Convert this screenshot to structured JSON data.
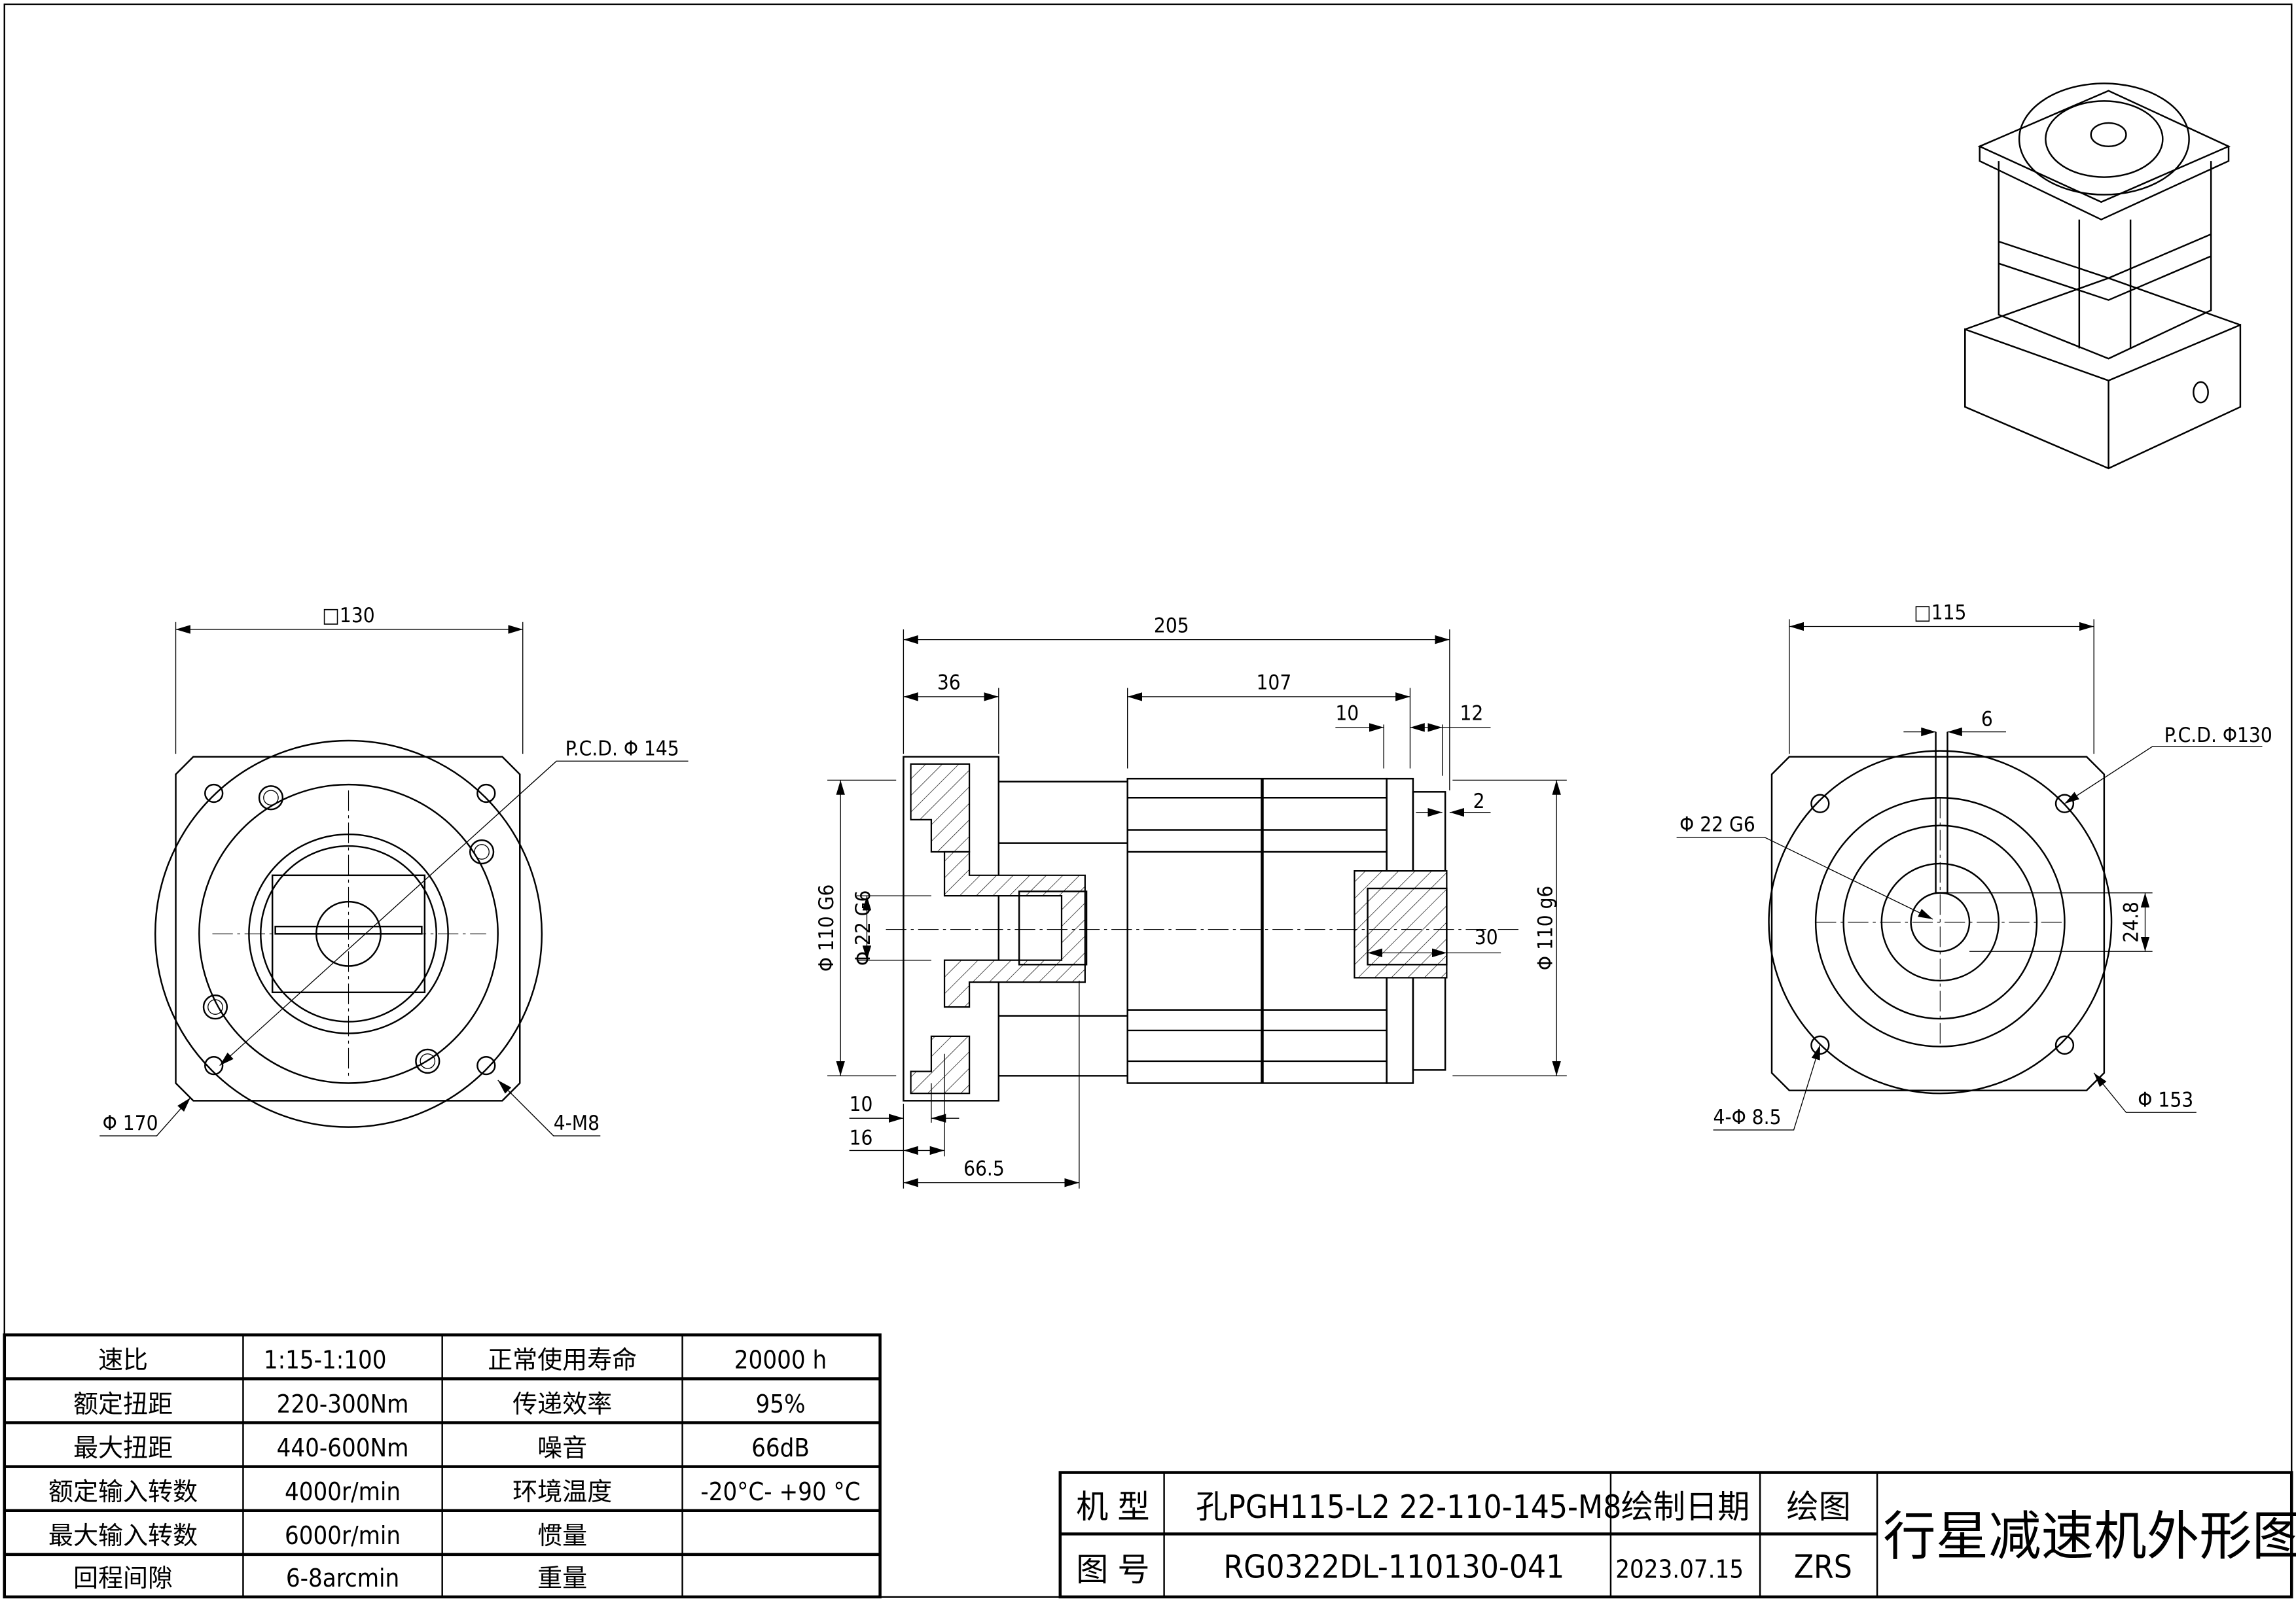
{
  "left_view": {
    "square_dim": "□130",
    "pcd_label": "P.C.D.   Φ 145",
    "outer_dia": "Φ 170",
    "thread_holes": "4-M8"
  },
  "side_view": {
    "total_length": "205",
    "flange_length": "36",
    "body_length": "107",
    "dim_10_top": "10",
    "dim_12": "12",
    "dim_2": "2",
    "input_dia": "Φ 110   G6",
    "input_bore": "Φ 22  G6",
    "output_dia": "Φ 110   g6",
    "shaft_length": "30",
    "dim_10_bottom": "10",
    "dim_16": "16",
    "dim_66_5": "66.5"
  },
  "right_view": {
    "square_dim": "□115",
    "key_width": "6",
    "pcd_label": "P.C.D. Φ130",
    "shaft_dia": "Φ 22  G6",
    "key_height": "24.8",
    "mount_holes": "4-Φ 8.5",
    "outer_dia": "Φ 153"
  },
  "spec_table": [
    {
      "label1": "速比",
      "value1": "1:15-1:100",
      "label2": "正常使用寿命",
      "value2": "20000  h"
    },
    {
      "label1": "额定扭距",
      "value1": "220-300Nm",
      "label2": "传递效率",
      "value2": "95%"
    },
    {
      "label1": "最大扭距",
      "value1": "440-600Nm",
      "label2": "噪音",
      "value2": "66dB"
    },
    {
      "label1": "额定输入转数",
      "value1": "4000r/min",
      "label2": "环境温度",
      "value2": "-20°C- +90 °C"
    },
    {
      "label1": "最大输入转数",
      "value1": "6000r/min",
      "label2": "惯量",
      "value2": ""
    },
    {
      "label1": "回程间隙",
      "value1": "6-8arcmin",
      "label2": "重量",
      "value2": ""
    }
  ],
  "title_block": {
    "model_label": "机 型",
    "model_value": "孔PGH115-L2  22-110-145-M8",
    "drawing_no_label": "图 号",
    "drawing_no_value": "RG0322DL-110130-041",
    "date_label": "绘制日期",
    "date_value": "2023.07.15",
    "drawer_label": "绘图",
    "drawer_value": "ZRS",
    "title": "行星减速机外形图"
  }
}
